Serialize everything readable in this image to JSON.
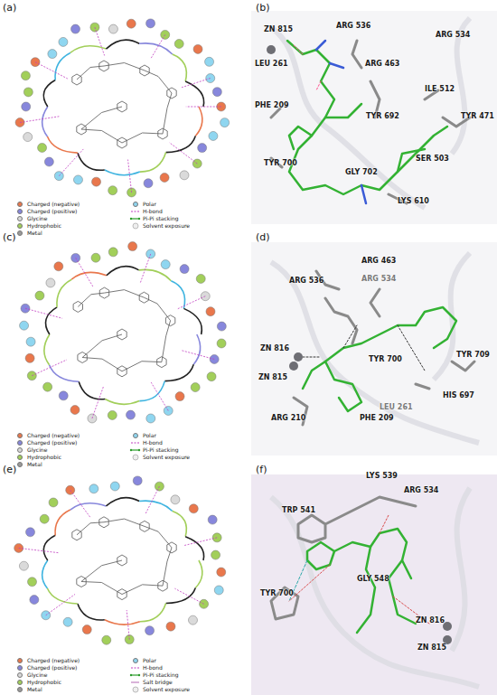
{
  "diagram": {
    "labels": [
      "(a)",
      "(b)",
      "(c)",
      "(d)",
      "(e)",
      "(f)",
      "ZN 815",
      "ARG 536",
      "ARG 534",
      "LEU 261",
      "ARG 463",
      "ILE 512",
      "PHE 209",
      "TYR 692",
      "TYR 471",
      "TYR 700",
      "GLY 702",
      "SER 503",
      "LYS 610",
      "ARG 463",
      "ARG 536",
      "ARG 534",
      "ZN 816",
      "ZN 815",
      "TYR 700",
      "TYR 709",
      "HIS 697",
      "LEU 261",
      "ARG 210",
      "PHE 209",
      "LYS 539",
      "ARG 534",
      "TRP 541",
      "TYR 700",
      "GLY 548",
      "ZN 816",
      "ZN 815"
    ],
    "legend": [
      {
        "text": "Charged (negative)",
        "color": "#e9774c"
      },
      {
        "text": "Charged (positive)",
        "color": "#8787dc"
      },
      {
        "text": "Glycine",
        "color": "#dadada"
      },
      {
        "text": "Hydrophobic",
        "color": "#a2cf5a"
      },
      {
        "text": "Metal",
        "color": "#9a9a9a"
      },
      {
        "text": "Polar",
        "color": "#8fd6f0"
      },
      {
        "text": "H-bond"
      },
      {
        "text": "Pi-Pi stacking"
      },
      {
        "text": "Solvent exposure"
      },
      {
        "text": "Charged (negative)",
        "color": "#e9774c"
      },
      {
        "text": "Charged (positive)",
        "color": "#8787dc"
      },
      {
        "text": "Glycine",
        "color": "#dadada"
      },
      {
        "text": "Hydrophobic",
        "color": "#a2cf5a"
      },
      {
        "text": "Metal",
        "color": "#9a9a9a"
      },
      {
        "text": "Polar",
        "color": "#8fd6f0"
      },
      {
        "text": "H-bond"
      },
      {
        "text": "Pi-Pi stacking"
      },
      {
        "text": "Solvent exposure"
      },
      {
        "text": "Charged (negative)",
        "color": "#e9774c"
      },
      {
        "text": "Charged (positive)",
        "color": "#8787dc"
      },
      {
        "text": "Glycine",
        "color": "#dadada"
      },
      {
        "text": "Hydrophobic",
        "color": "#a2cf5a"
      },
      {
        "text": "Metal",
        "color": "#9a9a9a"
      },
      {
        "text": "Polar",
        "color": "#8fd6f0"
      },
      {
        "text": "H-bond"
      },
      {
        "text": "Pi-Pi stacking"
      },
      {
        "text": "Salt bridge"
      },
      {
        "text": "Solvent exposure"
      }
    ]
  }
}
